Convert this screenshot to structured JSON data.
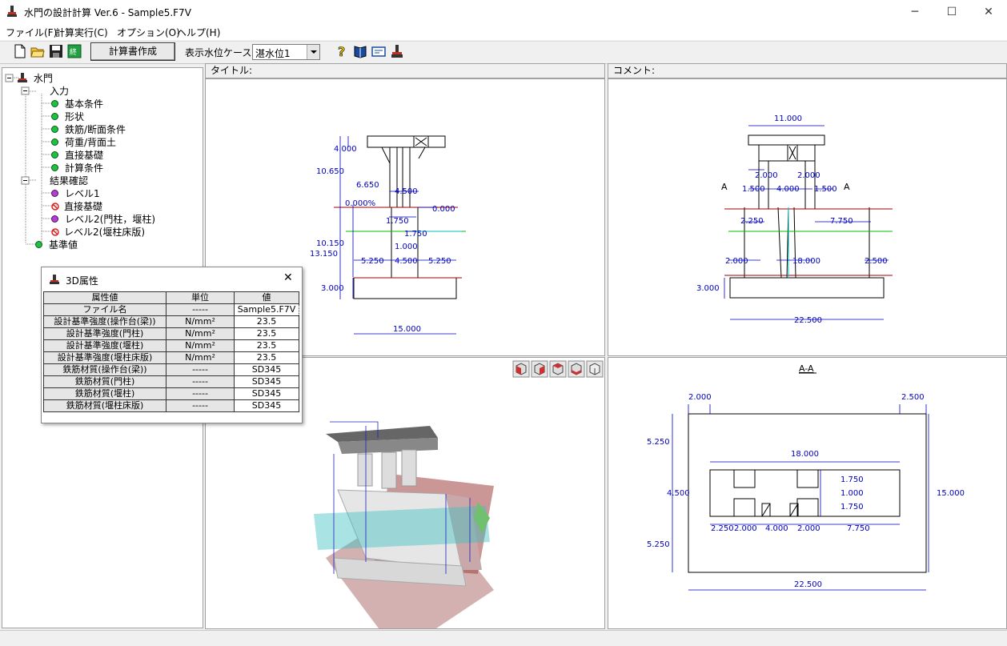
{
  "window": {
    "title": "水門の設計計算 Ver.6 - Sample5.F7V",
    "minimize": "─",
    "maximize": "☐",
    "close": "✕"
  },
  "menu": [
    "ファイル(F)",
    "計算実行(C)",
    "オプション(O)",
    "ヘルプ(H)"
  ],
  "toolbar": {
    "report_button": "計算書作成",
    "water_case_label": "表示水位ケース",
    "water_case_value": "湛水位1"
  },
  "tree": {
    "root": "水門",
    "input": "入力",
    "input_items": [
      "基本条件",
      "形状",
      "鉄筋/断面条件",
      "荷重/背面土",
      "直接基礎",
      "計算条件"
    ],
    "results": "結果確認",
    "result_items": [
      "レベル1",
      "直接基礎",
      "レベル2(門柱，堰柱)",
      "レベル2(堰柱床版)"
    ],
    "standard": "基準値"
  },
  "panels": {
    "title_label": "タイトル:",
    "comment_label": "コメント:",
    "section_label": "A-A"
  },
  "drawing1": {
    "dims": [
      "4.000",
      "10.650",
      "6.650",
      "4.500",
      "0.000%",
      "0.000",
      "1.750",
      "1.750",
      "1.000",
      "10.150",
      "13.150",
      "5.250",
      "4.500",
      "5.250",
      "3.000",
      "15.000"
    ]
  },
  "drawing2": {
    "dims": [
      "11.000",
      "2.000",
      "2.000",
      "1.500",
      "4.000",
      "1.500",
      "2.250",
      "7.750",
      "2.000",
      "18.000",
      "2.500",
      "3.000",
      "22.500"
    ],
    "section_marks": [
      "A",
      "A"
    ]
  },
  "drawing4": {
    "dims": [
      "2.000",
      "2.500",
      "5.250",
      "18.000",
      "4.500",
      "1.750",
      "1.000",
      "1.750",
      "15.000",
      "2.250",
      "2.000",
      "4.000",
      "2.000",
      "7.750",
      "5.250",
      "22.500"
    ]
  },
  "dialog": {
    "title": "3D属性",
    "close": "✕",
    "headers": [
      "属性値",
      "単位",
      "値"
    ],
    "rows": [
      [
        "ファイル名",
        "-----",
        "Sample5.F7V"
      ],
      [
        "設計基準強度(操作台(梁))",
        "N/mm²",
        "23.5"
      ],
      [
        "設計基準強度(門柱)",
        "N/mm²",
        "23.5"
      ],
      [
        "設計基準強度(堰柱)",
        "N/mm²",
        "23.5"
      ],
      [
        "設計基準強度(堰柱床版)",
        "N/mm²",
        "23.5"
      ],
      [
        "鉄筋材質(操作台(梁))",
        "-----",
        "SD345"
      ],
      [
        "鉄筋材質(門柱)",
        "-----",
        "SD345"
      ],
      [
        "鉄筋材質(堰柱)",
        "-----",
        "SD345"
      ],
      [
        "鉄筋材質(堰柱床版)",
        "-----",
        "SD345"
      ]
    ]
  },
  "colors": {
    "dimension": "#0000c0",
    "water_green": "#00c000",
    "water_cyan": "#00c0c0",
    "ground_red": "#a00000",
    "selected_dot": "#20c040",
    "result_dot": "#b040d0"
  }
}
